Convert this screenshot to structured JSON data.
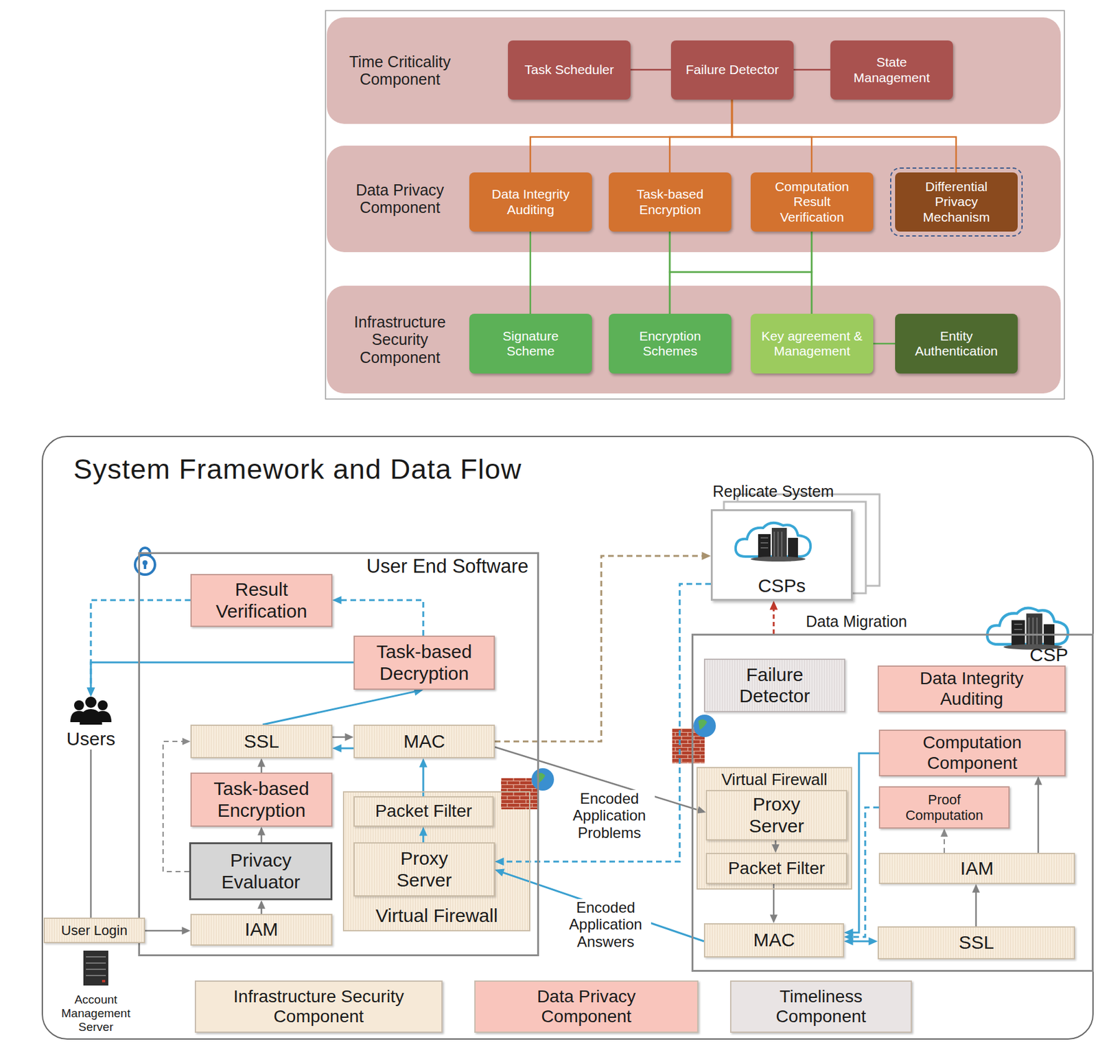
{
  "diagram": {
    "title": "System Framework and Data Flow",
    "nodes": [
      {
        "text": [
          "Time Criticality Component"
        ]
      },
      {
        "text": [
          "Task Scheduler"
        ],
        "in": 0
      },
      {
        "text": [
          "Failure Detector"
        ],
        "in": 0
      },
      {
        "text": [
          "State Management"
        ],
        "in": 0
      },
      {
        "text": [
          "Data Privacy Component"
        ]
      },
      {
        "text": [
          "Data Integrity Auditing"
        ],
        "in": 4
      },
      {
        "text": [
          "Task-based Encryption"
        ],
        "in": 4
      },
      {
        "text": [
          "Computation Result Verification"
        ],
        "in": 4
      },
      {
        "text": [
          "Differential Privacy Mechanism"
        ],
        "in": 4
      },
      {
        "text": [
          "Infrastructure Security Component"
        ]
      },
      {
        "text": [
          "Signature Scheme"
        ],
        "in": 9
      },
      {
        "text": [
          "Encryption Schemes"
        ],
        "in": 9
      },
      {
        "text": [
          "Key agreement & Management"
        ],
        "in": 9
      },
      {
        "text": [
          "Entity Authentication"
        ],
        "in": 9
      },
      {
        "text": [
          "User End Software"
        ]
      },
      {
        "text": [
          "Result Verification"
        ],
        "in": 14
      },
      {
        "text": [
          "Task-based Decryption"
        ],
        "in": 14
      },
      {
        "text": [
          "SSL"
        ],
        "in": 14
      },
      {
        "text": [
          "MAC"
        ],
        "in": 14
      },
      {
        "text": [
          "Task-based Encryption"
        ],
        "in": 14
      },
      {
        "text": [
          "Privacy Evaluator"
        ],
        "in": 14
      },
      {
        "text": [
          "IAM"
        ],
        "in": 14
      },
      {
        "text": [
          "Virtual Firewall"
        ],
        "in": 14
      },
      {
        "text": [
          "Packet Filter"
        ],
        "in": 22
      },
      {
        "text": [
          "Proxy Server"
        ],
        "in": 22
      },
      {
        "text": [
          "Users"
        ]
      },
      {
        "text": [
          "User Login"
        ]
      },
      {
        "text": [
          "Account Management Server"
        ]
      },
      {
        "text": [
          "Replicate System",
          "CSPs"
        ]
      },
      {
        "text": [
          "CSP"
        ]
      },
      {
        "text": [
          "Failure Detector"
        ],
        "in": 29
      },
      {
        "text": [
          "Data Integrity Auditing"
        ],
        "in": 29
      },
      {
        "text": [
          "Computation Component"
        ],
        "in": 29
      },
      {
        "text": [
          "Proof Computation"
        ],
        "in": 29
      },
      {
        "text": [
          "Virtual Firewall"
        ],
        "in": 29
      },
      {
        "text": [
          "Proxy Server"
        ],
        "in": 34
      },
      {
        "text": [
          "Packet Filter"
        ],
        "in": 34
      },
      {
        "text": [
          "IAM"
        ],
        "in": 29
      },
      {
        "text": [
          "MAC"
        ],
        "in": 29
      },
      {
        "text": [
          "SSL"
        ],
        "in": 29
      }
    ],
    "edges": [
      {
        "from": 1,
        "to": 2,
        "arrow": "none"
      },
      {
        "from": 2,
        "to": 3,
        "arrow": "none"
      },
      {
        "from": 2,
        "to": 5,
        "arrow": "none"
      },
      {
        "from": 2,
        "to": 6,
        "arrow": "none"
      },
      {
        "from": 2,
        "to": 7,
        "arrow": "none"
      },
      {
        "from": 2,
        "to": 8,
        "arrow": "none"
      },
      {
        "from": 5,
        "to": 10,
        "arrow": "none"
      },
      {
        "from": 6,
        "to": 11,
        "arrow": "none"
      },
      {
        "from": 6,
        "to": 12,
        "arrow": "none"
      },
      {
        "from": 7,
        "to": 11,
        "arrow": "none"
      },
      {
        "from": 7,
        "to": 12,
        "arrow": "none"
      },
      {
        "from": 12,
        "to": 13,
        "arrow": "none"
      },
      {
        "from": 21,
        "to": 20,
        "arrow": "to"
      },
      {
        "from": 20,
        "to": 19,
        "arrow": "to"
      },
      {
        "from": 19,
        "to": 17,
        "arrow": "to"
      },
      {
        "from": 20,
        "to": 17,
        "arrow": "to"
      },
      {
        "from": 17,
        "to": 18,
        "arrow": "to"
      },
      {
        "from": 18,
        "to": 17,
        "arrow": "to"
      },
      {
        "from": 17,
        "to": 16,
        "arrow": "to"
      },
      {
        "from": 23,
        "to": 18,
        "arrow": "to"
      },
      {
        "from": 24,
        "to": 23,
        "arrow": "to"
      },
      {
        "from": 16,
        "to": 15,
        "arrow": "to"
      },
      {
        "from": 15,
        "to": 25,
        "arrow": "to"
      },
      {
        "from": 16,
        "to": 25,
        "arrow": "to"
      },
      {
        "from": 25,
        "to": 26,
        "arrow": "none"
      },
      {
        "from": 26,
        "to": 21,
        "arrow": "to"
      },
      {
        "from": 18,
        "to": 28,
        "arrow": "to"
      },
      {
        "from": 18,
        "to": 35,
        "label": "Encoded Application Problems",
        "arrow": "to"
      },
      {
        "from": 38,
        "to": 24,
        "label": "Encoded Application Answers",
        "arrow": "to"
      },
      {
        "from": 28,
        "to": 24,
        "arrow": "to"
      },
      {
        "from": 29,
        "to": 28,
        "label": "Data Migration",
        "arrow": "to"
      },
      {
        "from": 35,
        "to": 36,
        "arrow": "to"
      },
      {
        "from": 36,
        "to": 38,
        "arrow": "to"
      },
      {
        "from": 38,
        "to": 39,
        "arrow": "both"
      },
      {
        "from": 39,
        "to": 37,
        "arrow": "to"
      },
      {
        "from": 37,
        "to": 33,
        "arrow": "to"
      },
      {
        "from": 37,
        "to": 32,
        "arrow": "to"
      },
      {
        "from": 33,
        "to": 38,
        "arrow": "to"
      },
      {
        "from": 32,
        "to": 38,
        "arrow": "to"
      }
    ],
    "legend": [
      {
        "text": "Infrastructure Security Component",
        "color": "#f6e9d7"
      },
      {
        "text": "Data Privacy Component",
        "color": "#f9c5bc"
      },
      {
        "text": "Timeliness Component",
        "color": "#e9e4e4"
      }
    ]
  }
}
